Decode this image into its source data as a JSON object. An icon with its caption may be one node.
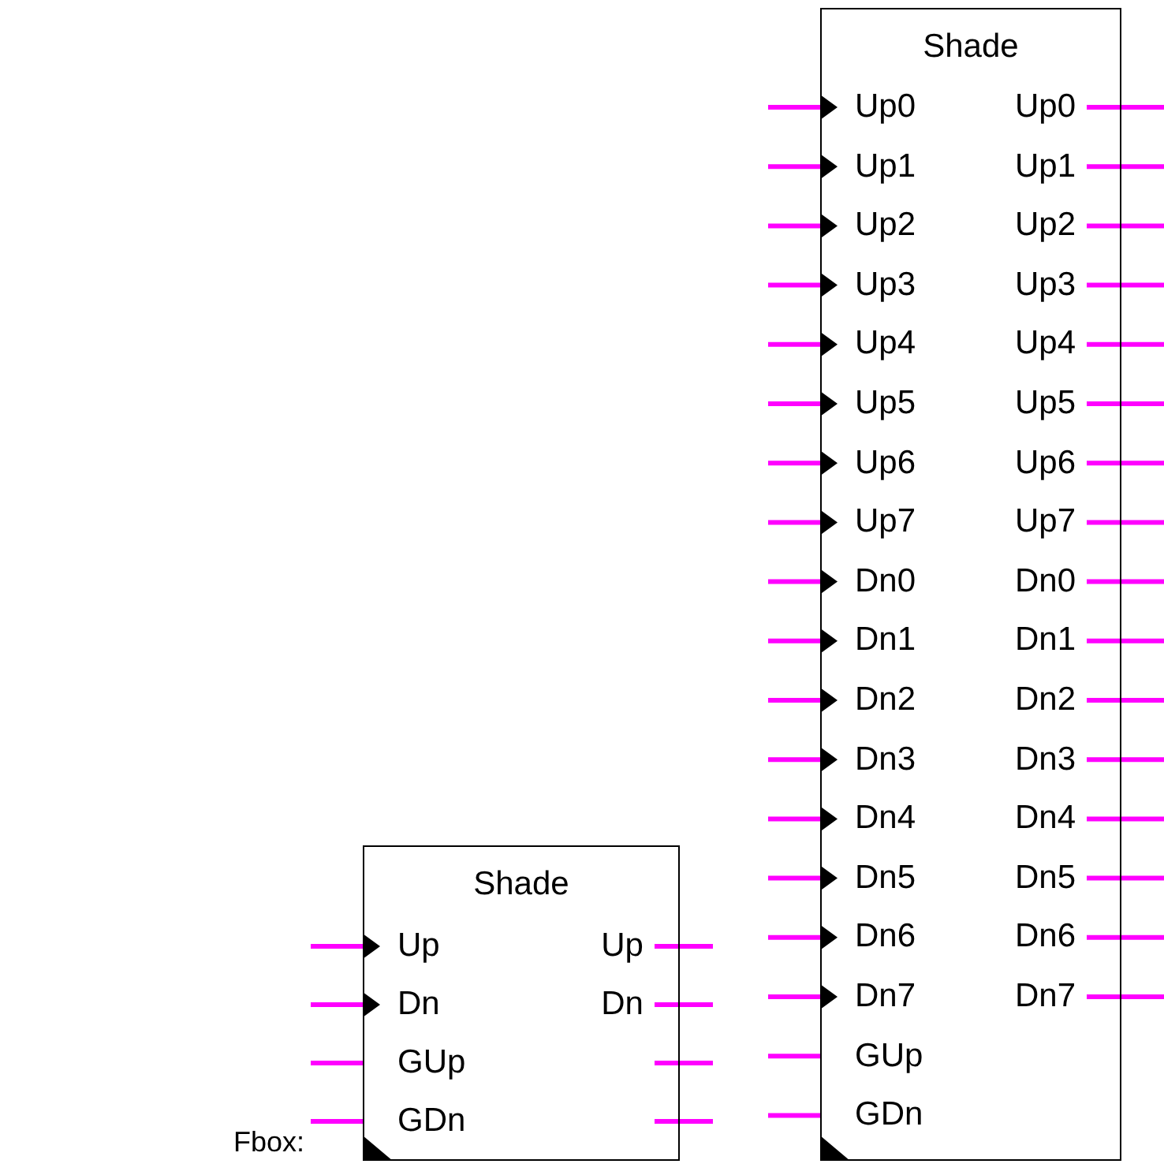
{
  "diagram": {
    "nodes": [
      {
        "text": [
          "Shade"
        ]
      },
      {
        "text": [
          "Shade"
        ]
      }
    ],
    "edges": [],
    "labels": [
      "Up0",
      "Up0",
      "Up1",
      "Up1",
      "Up2",
      "Up2",
      "Up3",
      "Up3",
      "Up4",
      "Up4",
      "Up5",
      "Up5",
      "Up6",
      "Up6",
      "Up7",
      "Up7",
      "Dn0",
      "Dn0",
      "Dn1",
      "Dn1",
      "Dn2",
      "Dn2",
      "Dn3",
      "Dn3",
      "Dn4",
      "Dn4",
      "Dn5",
      "Dn5",
      "Dn6",
      "Dn6",
      "Dn7",
      "Dn7",
      "GUp",
      "GDn",
      "Up",
      "Up",
      "Dn",
      "Dn",
      "GUp",
      "Fbox:",
      "GDn"
    ]
  }
}
